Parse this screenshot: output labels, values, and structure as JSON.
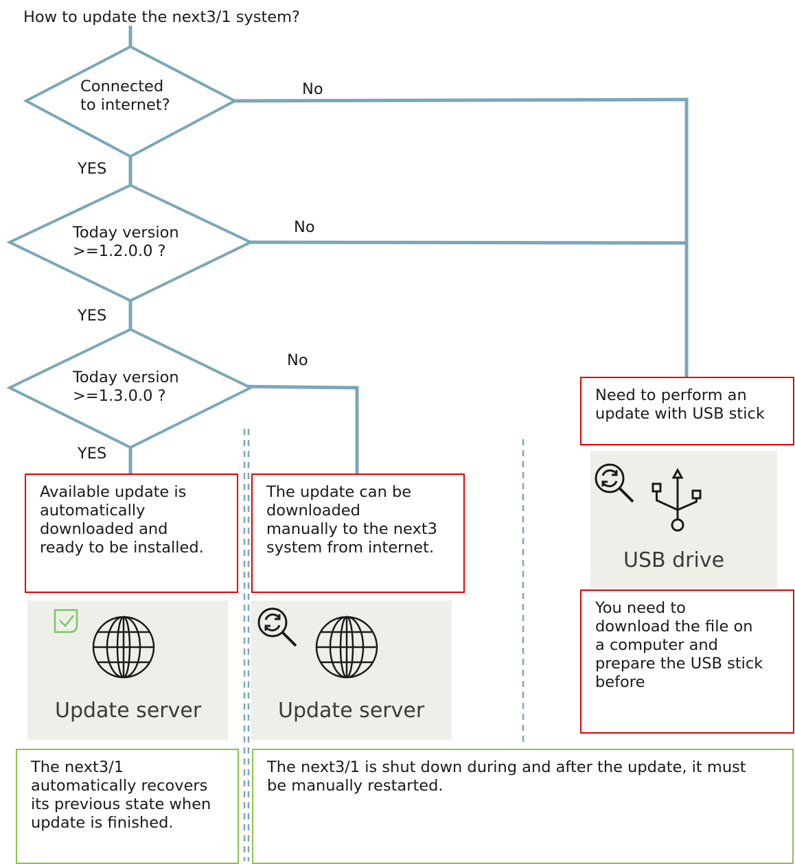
{
  "title": "How to update the next3/1 system?",
  "decisions": [
    {
      "lines": [
        "Connected",
        "to internet?"
      ],
      "no_label": "No",
      "yes_label": "YES"
    },
    {
      "lines": [
        "Today version",
        ">=1.2.0.0 ?"
      ],
      "no_label": "No",
      "yes_label": "YES"
    },
    {
      "lines": [
        "Today version",
        ">=1.3.0.0 ?"
      ],
      "no_label": "No",
      "yes_label": "YES"
    }
  ],
  "outcomes": {
    "usb": [
      "Need to perform an",
      "update with USB stick"
    ],
    "auto": [
      "Available update is",
      "automatically",
      "downloaded and",
      "ready to be installed."
    ],
    "manual": [
      "The update can be",
      "downloaded",
      "manually to the next3",
      "system from internet."
    ],
    "usb_prep": [
      "You need to",
      "download the file on",
      "a computer and",
      "prepare the USB stick",
      "before"
    ]
  },
  "panels": {
    "usb_label": "USB drive",
    "auto_label": "Update server",
    "manual_label": "Update server"
  },
  "notes": {
    "auto": [
      "The next3/1",
      "automatically recovers",
      "its previous state when",
      "update is finished."
    ],
    "manual": [
      "The next3/1 is shut down during and after the update, it must",
      "be manually restarted."
    ]
  },
  "colors": {
    "flow_line": "#7aa7b8",
    "decision_border": "#7aa7b8",
    "outcome_border": "#e00000",
    "note_border": "#8bc34a",
    "panel_background": "#efefea",
    "check_icon": "#7cc36a"
  },
  "icons": [
    "search-refresh-icon",
    "usb-icon",
    "check-shield-icon",
    "globe-icon"
  ]
}
